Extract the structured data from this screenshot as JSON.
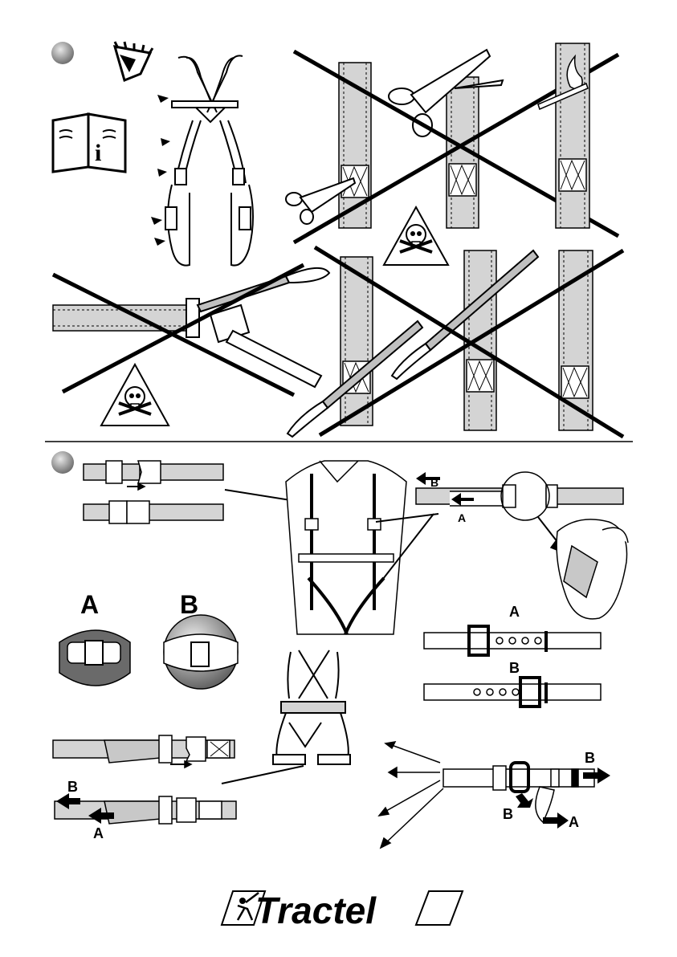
{
  "figure_1": {
    "crossed_strap_panels": 6,
    "danger_symbol": "skull-and-crossbones-icon"
  },
  "figure_2": {
    "fit_labels": {
      "a": "A",
      "b": "B"
    },
    "buckle_steps": {
      "a": "A",
      "b": "B"
    },
    "pull_labels": {
      "a": "A",
      "b": "B"
    }
  },
  "footer": {
    "brand": "Tractel"
  },
  "colors": {
    "ink": "#000000",
    "strap_fill": "#d4d4d4",
    "bullet_fill": "#9a9a9a"
  }
}
